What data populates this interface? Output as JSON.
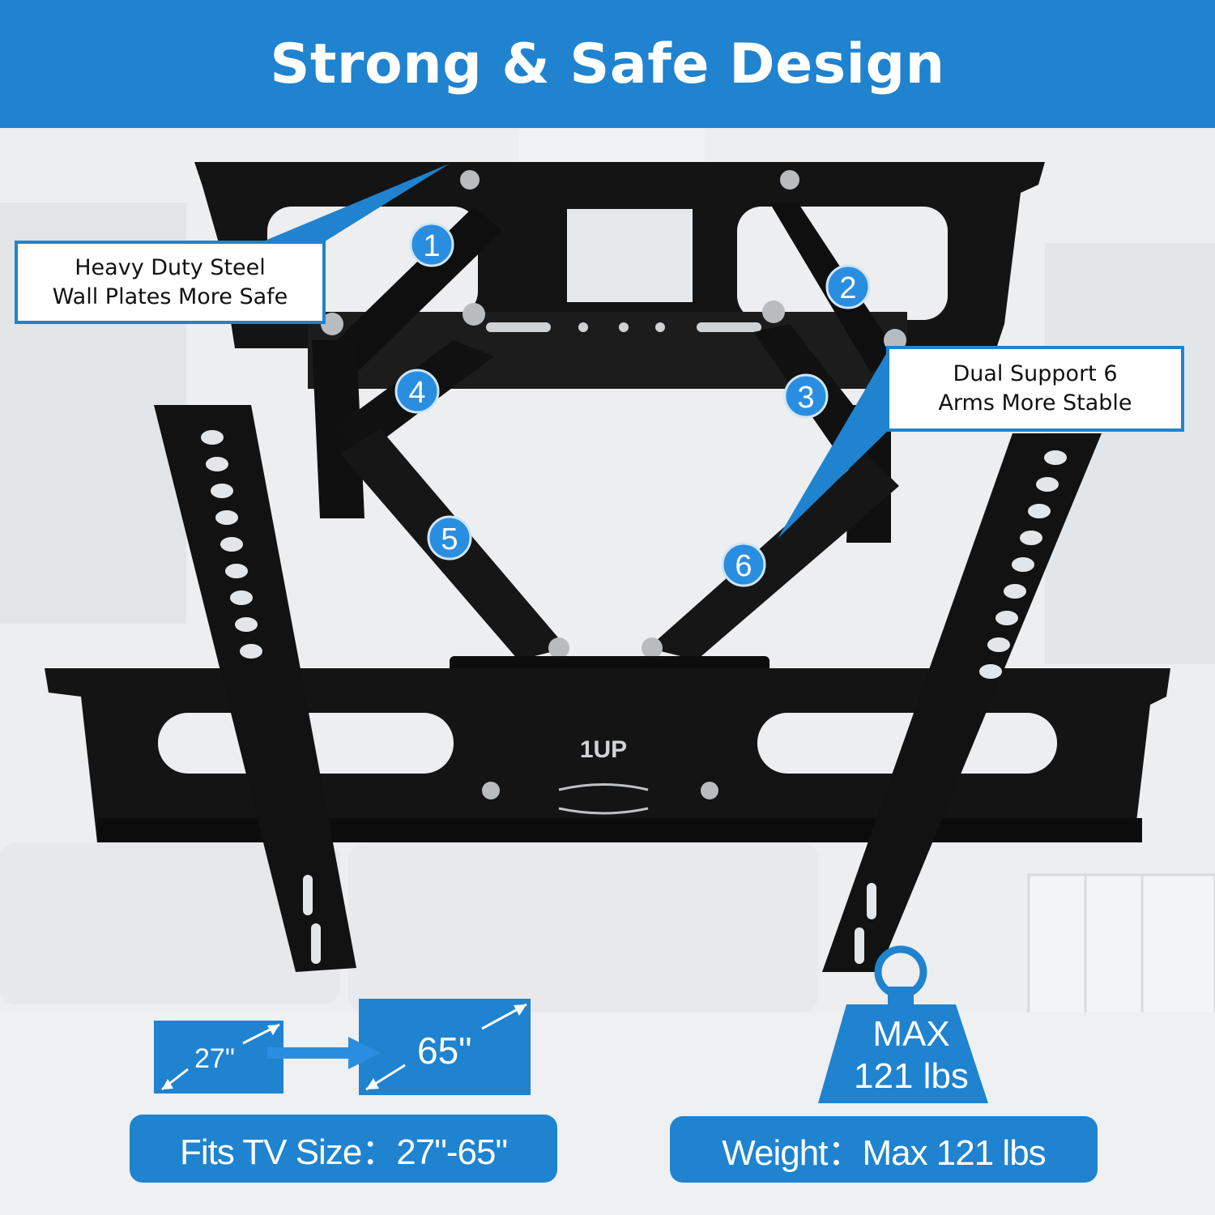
{
  "header": {
    "title": "Strong & Safe Design"
  },
  "callouts": {
    "wall_plate": {
      "line1": "Heavy Duty Steel",
      "line2": "Wall Plates More Safe"
    },
    "arms": {
      "line1": "Dual Support 6",
      "line2": "Arms More Stable"
    }
  },
  "arm_badges": [
    "1",
    "2",
    "3",
    "4",
    "5",
    "6"
  ],
  "tv_size": {
    "small": "27\"",
    "large": "65\"",
    "label": "Fits TV Size：27\"-65\""
  },
  "weight": {
    "max_label": "MAX",
    "max_value": "121 lbs",
    "label": "Weight：Max 121 lbs"
  },
  "plate_logo": "1UP",
  "colors": {
    "accent": "#1f83cf",
    "steel": "#141414",
    "background": "#e9ecef"
  }
}
